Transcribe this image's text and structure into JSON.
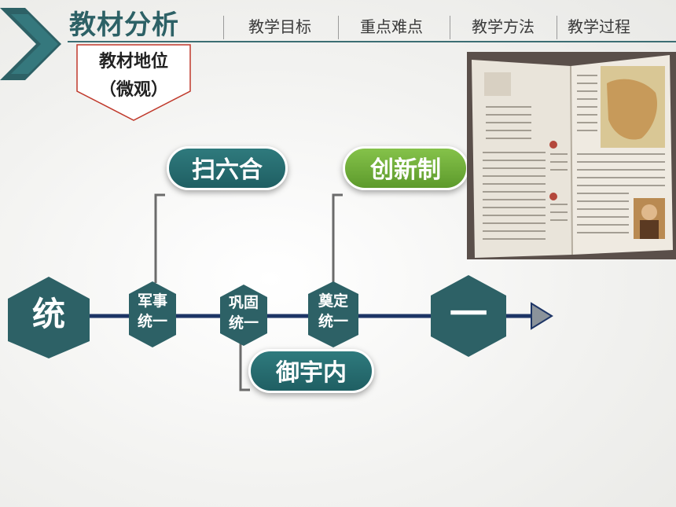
{
  "header": {
    "title": "教材分析",
    "nav": [
      "教学目标",
      "重点难点",
      "教学方法",
      "教学过程"
    ]
  },
  "tag": {
    "line1": "教材地位",
    "line2": "（微观）"
  },
  "timeline": {
    "start": "统",
    "end": "一",
    "nodes": [
      {
        "line1": "军事",
        "line2": "统一"
      },
      {
        "line1": "巩固",
        "line2": "统一"
      },
      {
        "line1": "奠定",
        "line2": "统一"
      }
    ]
  },
  "pills": {
    "military": "扫六合",
    "system": "创新制",
    "consolidate": "御宇内"
  },
  "colors": {
    "teal": "#2d6166",
    "green": "#6fae38",
    "navy": "#1d3566"
  }
}
